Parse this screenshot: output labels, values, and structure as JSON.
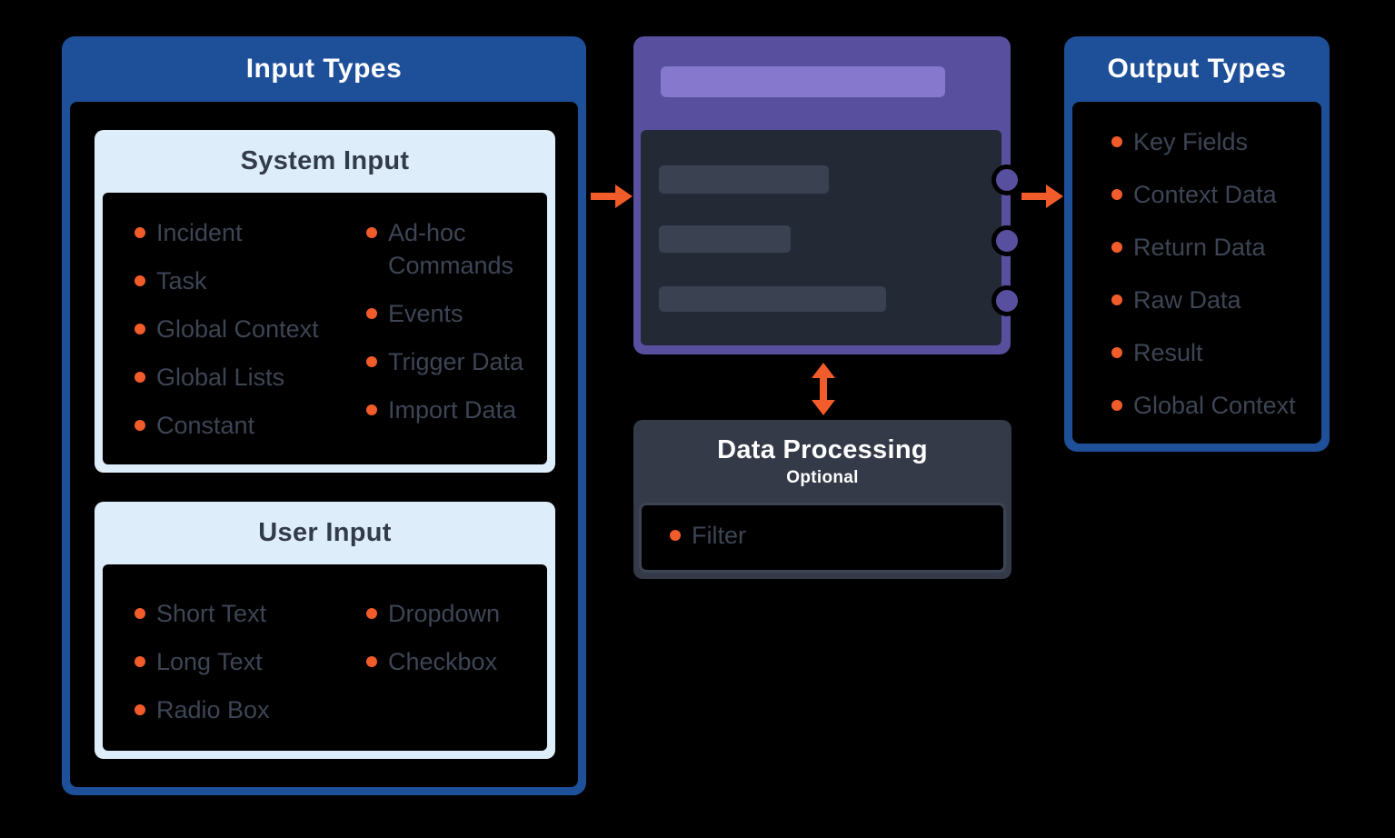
{
  "colors": {
    "background": "#000000",
    "blue": "#1e4f99",
    "light_blue": "#ddedf9",
    "purple": "#594f9f",
    "light_purple": "#8578cd",
    "panel_dark": "#242936",
    "bar_gray": "#3a4150",
    "slate": "#343a48",
    "orange": "#f25c2a",
    "list_text": "#3d4554",
    "card_title": "#323b4b",
    "white": "#ffffff",
    "inner_border": "#3d4453"
  },
  "input_types": {
    "title": "Input Types",
    "system_input": {
      "title": "System Input",
      "items_left": [
        "Incident",
        "Task",
        "Global Context",
        "Global Lists",
        "Constant"
      ],
      "items_right": [
        "Ad-hoc Commands",
        "Events",
        "Trigger Data",
        "Import Data"
      ]
    },
    "user_input": {
      "title": "User Input",
      "items_left": [
        "Short Text",
        "Long Text",
        "Radio Box"
      ],
      "items_right": [
        "Dropdown",
        "Checkbox"
      ]
    }
  },
  "automation_node": {
    "ports": 3,
    "placeholder_bars": 3
  },
  "data_processing": {
    "title": "Data Processing",
    "subtitle": "Optional",
    "items": [
      "Filter"
    ]
  },
  "output_types": {
    "title": "Output Types",
    "items": [
      "Key Fields",
      "Context Data",
      "Return Data",
      "Raw Data",
      "Result",
      "Global Context"
    ]
  }
}
